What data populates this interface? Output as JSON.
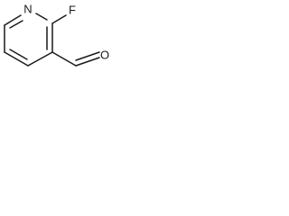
{
  "molecule": {
    "atoms": {
      "nitrogen": "N",
      "fluorine": "F",
      "oxygen": "O"
    }
  }
}
